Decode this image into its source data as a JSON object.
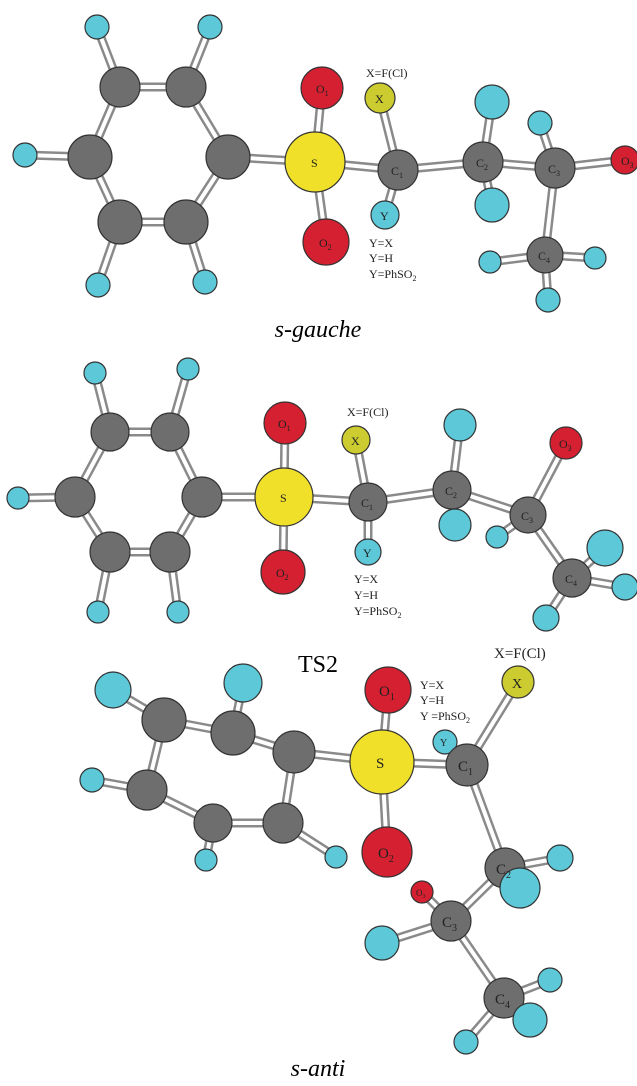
{
  "colors": {
    "carbon": "#6e6e6e",
    "hydrogen": "#5cc8d8",
    "oxygen": "#d42030",
    "sulfur": "#f0e02a",
    "halogen": "#cccc30"
  },
  "panels": [
    {
      "caption": "s-gauche",
      "caption_italic": true,
      "labels": {
        "x_def": "X=F(Cl)",
        "y_lines": [
          "Y=X",
          "Y=H",
          "Y=PhSO",
          "2"
        ],
        "O1": "O",
        "O1sub": "1",
        "O2": "O",
        "O2sub": "2",
        "S": "S",
        "X": "X",
        "Y": "Y",
        "C1": "C",
        "C1sub": "1",
        "C2": "C",
        "C2sub": "2",
        "C3": "C",
        "C3sub": "3",
        "C4": "C",
        "C4sub": "4",
        "O3": "O",
        "O3sub": "3"
      }
    },
    {
      "caption": "TS2",
      "caption_italic": false,
      "labels": {
        "x_def": "X=F(Cl)",
        "y_lines": [
          "Y=X",
          "Y=H",
          "Y=PhSO",
          "2"
        ],
        "O1": "O",
        "O1sub": "1",
        "O2": "O",
        "O2sub": "2",
        "S": "S",
        "X": "X",
        "Y": "Y",
        "C1": "C",
        "C1sub": "1",
        "C2": "C",
        "C2sub": "2",
        "C3": "C",
        "C3sub": "3",
        "C4": "C",
        "C4sub": "4",
        "O3": "O",
        "O3sub": "3"
      }
    },
    {
      "caption": "s-anti",
      "caption_italic": true,
      "labels": {
        "x_def": "X=F(Cl)",
        "y_lines": [
          "Y=X",
          "Y=H",
          "Y =PhSO",
          "2"
        ],
        "O1": "O",
        "O1sub": "1",
        "O2": "O",
        "O2sub": "2",
        "S": "S",
        "X": "X",
        "Y": "Y",
        "C1": "C",
        "C1sub": "1",
        "C2": "C",
        "C2sub": "2",
        "C3": "C",
        "C3sub": "3",
        "C4": "C",
        "C4sub": "4",
        "O3": "O",
        "O3sub": "3"
      }
    }
  ]
}
